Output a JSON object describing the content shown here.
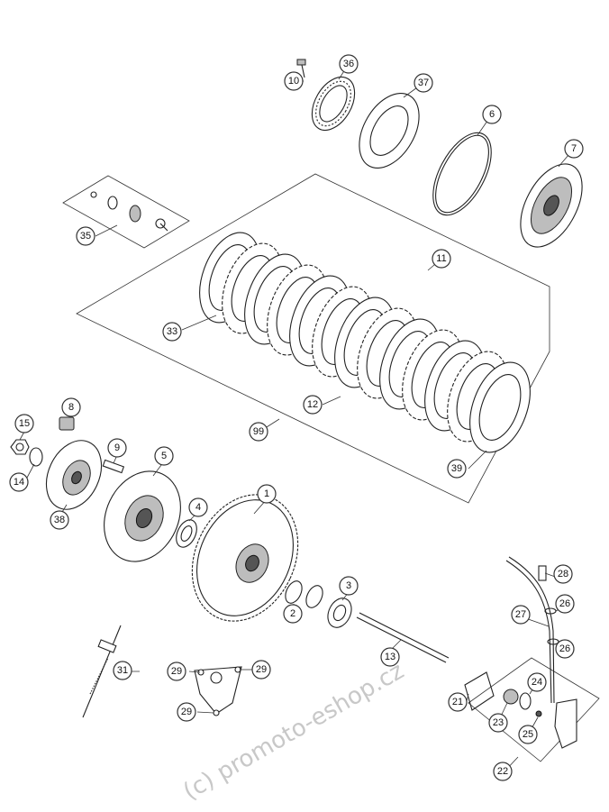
{
  "watermark": "(c) promoto-eshop.cz",
  "callouts": [
    "10",
    "36",
    "37",
    "6",
    "7",
    "35",
    "11",
    "33",
    "12",
    "99",
    "39",
    "8",
    "15",
    "14",
    "9",
    "5",
    "38",
    "4",
    "1",
    "3",
    "2",
    "28",
    "26",
    "27",
    "13",
    "31",
    "29",
    "24",
    "21",
    "23",
    "25",
    "22"
  ]
}
